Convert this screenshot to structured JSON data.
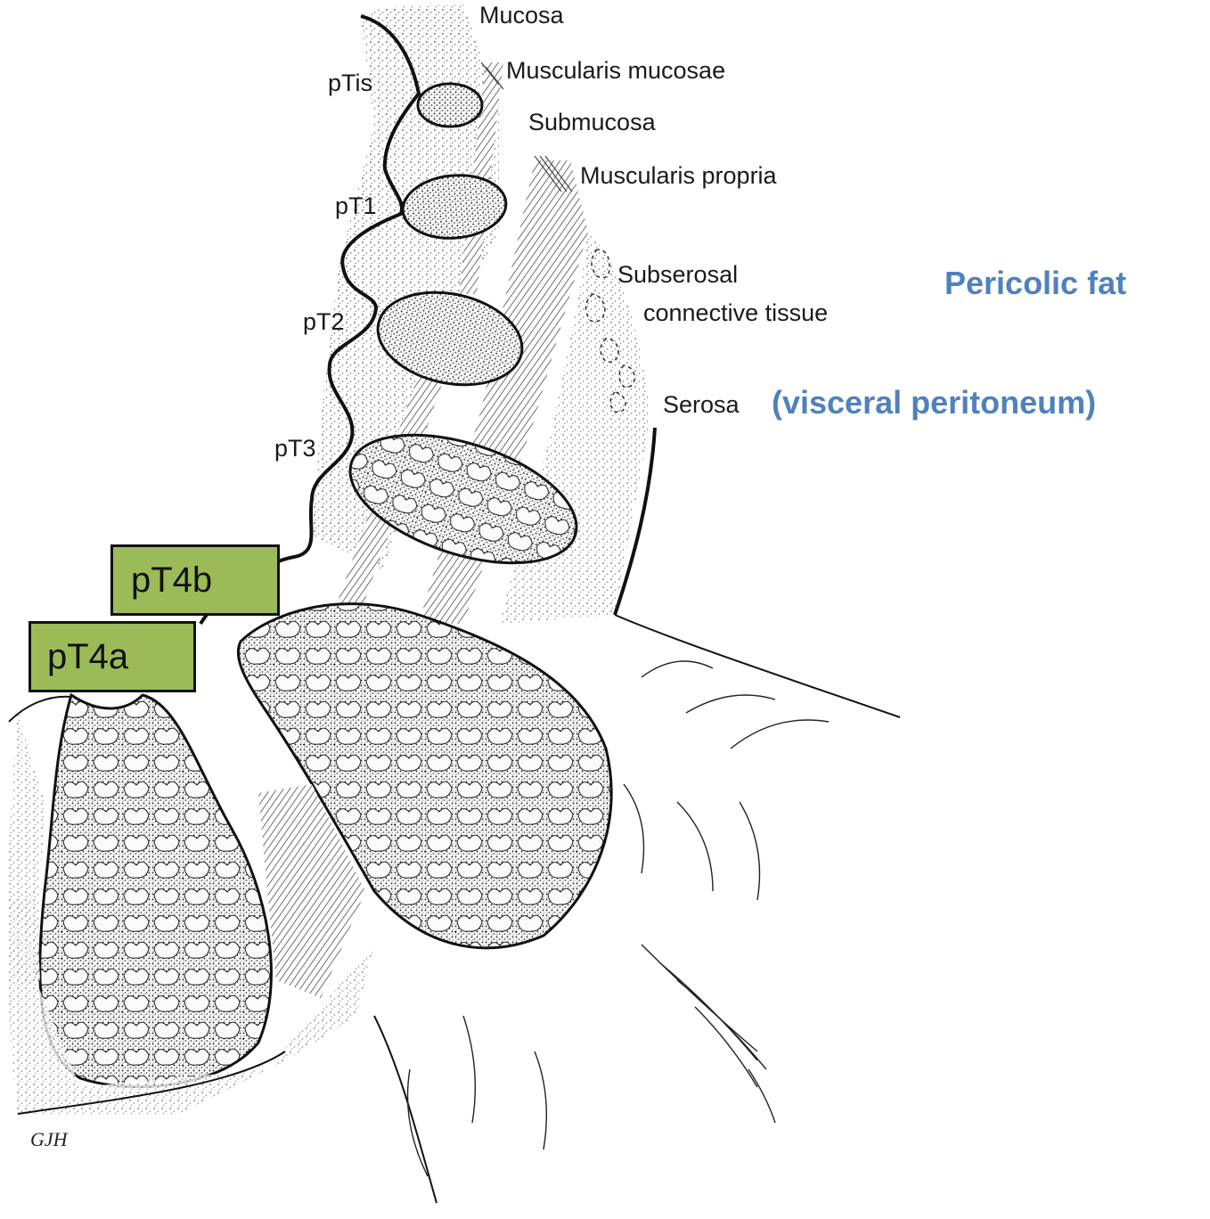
{
  "layers": {
    "mucosa": "Mucosa",
    "muscularis_mucosae": "Muscularis mucosae",
    "submucosa": "Submucosa",
    "muscularis_propria": "Muscularis propria",
    "subserosal_1": "Subserosal",
    "subserosal_2": "connective tissue",
    "serosa": "Serosa"
  },
  "stages": {
    "ptis": "pTis",
    "pt1": "pT1",
    "pt2": "pT2",
    "pt3": "pT3",
    "pt4b": "pT4b",
    "pt4a": "pT4a"
  },
  "annotations": {
    "pericolic_fat": "Pericolic fat",
    "visceral_peritoneum": "(visceral peritoneum)"
  },
  "signature": "GJH",
  "colors": {
    "tag_fill": "#9bbb59",
    "annotation_text": "#4f81bd",
    "ink": "#111111"
  }
}
